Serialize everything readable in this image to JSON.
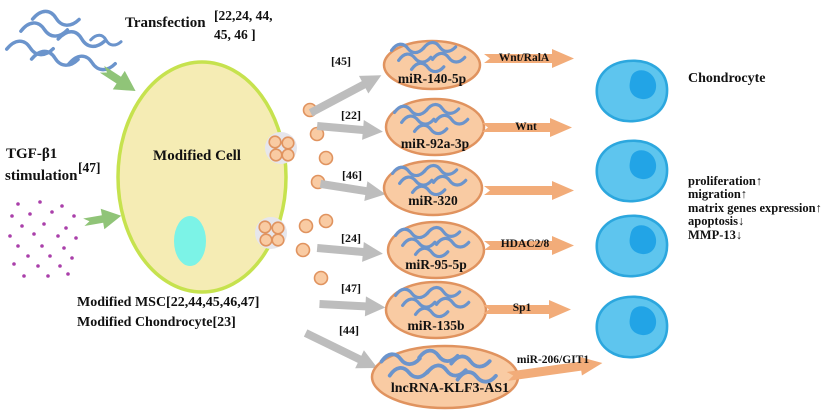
{
  "top": {
    "transfection_label": "Transfection",
    "transfection_refs_line1": "[22,24, 44,",
    "transfection_refs_line2": "45, 46 ]"
  },
  "left": {
    "tgf_line1": "TGF-β1",
    "tgf_line2": "stimulation",
    "tgf_ref": "[47]"
  },
  "cell": {
    "label": "Modified Cell",
    "caption_line1": "Modified MSC[22,44,45,46,47]",
    "caption_line2": "Modified Chondrocyte[23]"
  },
  "rows": [
    {
      "ref": "[45]",
      "name": "miR-140-5p",
      "target": "Wnt/RalA"
    },
    {
      "ref": "[22]",
      "name": "miR-92a-3p",
      "target": "Wnt"
    },
    {
      "ref": "[46]",
      "name": "miR-320",
      "target": ""
    },
    {
      "ref": "[24]",
      "name": "miR-95-5p",
      "target": "HDAC2/8"
    },
    {
      "ref": "[47]",
      "name": "miR-135b",
      "target": "Sp1"
    },
    {
      "ref": "[44]",
      "name": "lncRNA-KLF3-AS1",
      "target": "miR-206/GIT1"
    }
  ],
  "right": {
    "chondrocyte_label": "Chondrocyte",
    "effects": [
      "proliferation↑",
      "migration↑",
      "matrix genes expression↑",
      "apoptosis↓",
      "MMP-13↓"
    ]
  },
  "colors": {
    "cell_fill": "#F5ECB4",
    "cell_border": "#C6E24E",
    "cell_nucleus": "#7CF3E7",
    "exosome_fill": "#F9CBA3",
    "exosome_border": "#E0935F",
    "orange_arrow": "#F2AC79",
    "gray_arrow": "#BDBDBD",
    "green_arrow": "#90C478",
    "rna_strand": "#6B94CC",
    "purple_dot": "#AA3FAA",
    "chondrocyte_fill": "#5EC5EE",
    "chondrocyte_border": "#2CA7DE",
    "chondrocyte_nucleus": "#22A4E6"
  }
}
